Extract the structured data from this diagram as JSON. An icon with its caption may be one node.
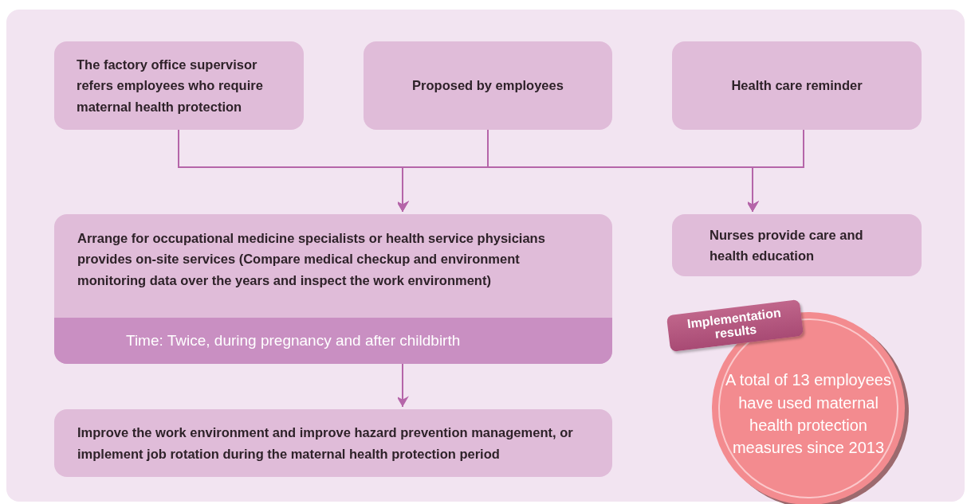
{
  "diagram": {
    "nodes": [
      {
        "text": [
          "The factory office supervisor refers employees who require maternal health protection"
        ]
      },
      {
        "text": [
          "Proposed by employees"
        ]
      },
      {
        "text": [
          "Health care reminder"
        ]
      },
      {
        "text": [
          "Arrange for occupational medicine specialists or health service physicians provides on-site services (Compare medical checkup and environment monitoring data over the years and inspect the work environment)",
          "Time: Twice, during pregnancy and after childbirth"
        ]
      },
      {
        "text": [
          "Nurses provide care and health education"
        ]
      },
      {
        "text": [
          "Improve the work environment and improve hazard prevention management, or implement job rotation during the maternal health protection period"
        ]
      },
      {
        "text": [
          "Implementation results"
        ]
      },
      {
        "text": [
          "A total of 13 employees have used maternal health protection measures since 2013"
        ]
      }
    ],
    "edges": [
      {
        "from": 0,
        "to": 3,
        "arrow": "to"
      },
      {
        "from": 1,
        "to": 3,
        "arrow": "to"
      },
      {
        "from": 2,
        "to": 3,
        "arrow": "to"
      },
      {
        "from": 0,
        "to": 4,
        "arrow": "to"
      },
      {
        "from": 1,
        "to": 4,
        "arrow": "to"
      },
      {
        "from": 2,
        "to": 4,
        "arrow": "to"
      },
      {
        "from": 3,
        "to": 5,
        "arrow": "to"
      }
    ]
  }
}
